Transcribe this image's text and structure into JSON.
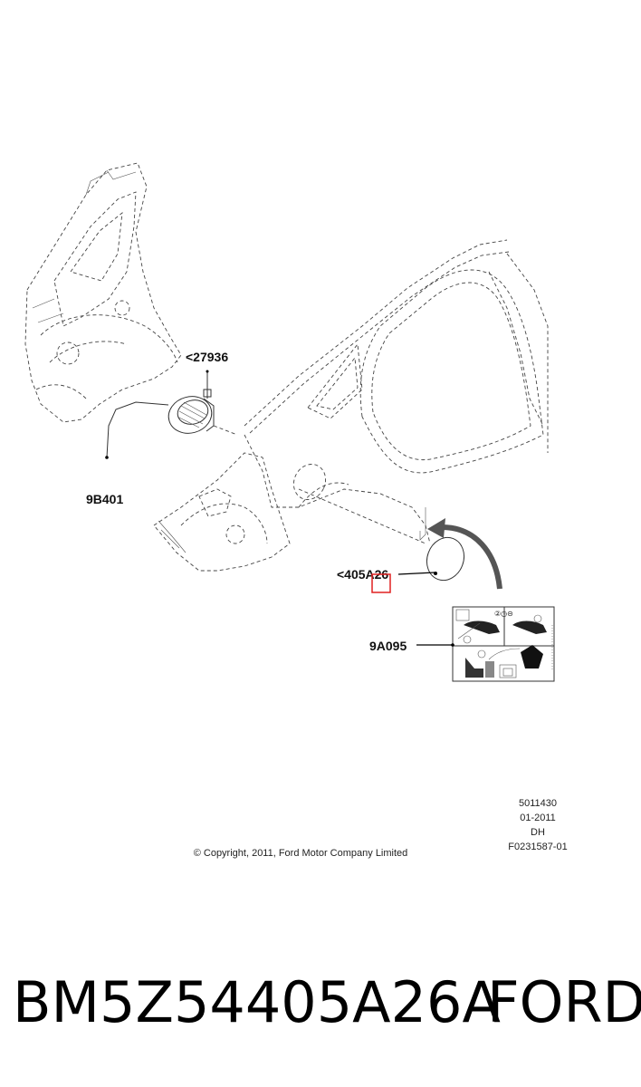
{
  "callouts": {
    "clip": "<27936",
    "cable": "9B401",
    "door": "<405A26",
    "label": "9A095"
  },
  "meta": {
    "line1": "5011430",
    "line2": "01-2011",
    "line3": "DH",
    "line4": "F0231587-01"
  },
  "copyright": "© Copyright, 2011, Ford Motor Company Limited",
  "part_number": "BM5Z54405A26A",
  "brand": "FORD",
  "colors": {
    "highlight": "#e02020",
    "arrow": "#555555"
  }
}
